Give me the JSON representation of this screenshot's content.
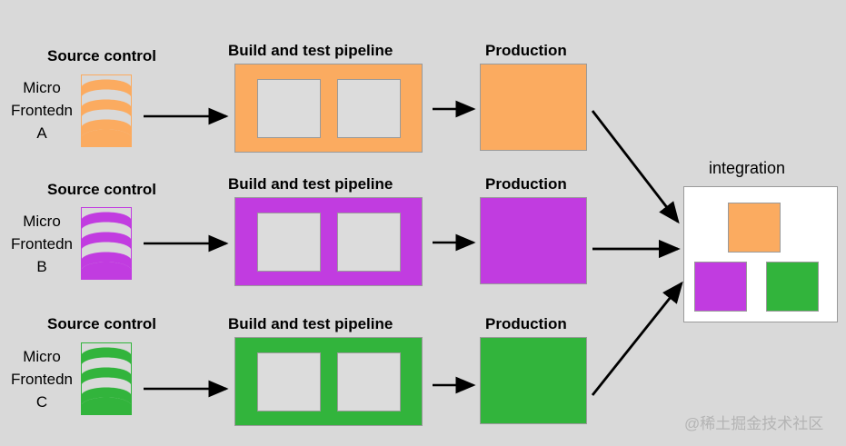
{
  "diagram": {
    "background_color": "#d9d9d9",
    "title_row_labels": {
      "source_control": "Source control",
      "pipeline": "Build and test pipeline",
      "production": "Production",
      "integration": "integration"
    },
    "rows": [
      {
        "id": "row-a",
        "micro_frontend_label_line1": "Micro",
        "micro_frontend_label_line2": "Frontedn",
        "micro_frontend_label_line3": "A",
        "source_control_label": "Source control",
        "pipeline_label": "Build and test pipeline",
        "production_label": "Production",
        "color": "#fbab60",
        "source_icon": "database-cylinder-icon"
      },
      {
        "id": "row-b",
        "micro_frontend_label_line1": "Micro",
        "micro_frontend_label_line2": "Frontedn",
        "micro_frontend_label_line3": "B",
        "source_control_label": "Source control",
        "pipeline_label": "Build and test pipeline",
        "production_label": "Production",
        "color": "#c13ce0",
        "source_icon": "database-cylinder-icon"
      },
      {
        "id": "row-c",
        "micro_frontend_label_line1": "Micro",
        "micro_frontend_label_line2": "Frontedn",
        "micro_frontend_label_line3": "C",
        "source_control_label": "Source control",
        "pipeline_label": "Build and test pipeline",
        "production_label": "Production",
        "color": "#32b43c",
        "source_icon": "database-cylinder-icon"
      }
    ],
    "integration": {
      "label": "integration",
      "background_color": "#ffffff",
      "tiles": [
        {
          "name": "integration-tile-a",
          "color": "#fbab60"
        },
        {
          "name": "integration-tile-b",
          "color": "#c13ce0"
        },
        {
          "name": "integration-tile-c",
          "color": "#32b43c"
        }
      ]
    },
    "slot_color": "#dcdcdc",
    "border_color": "#9a9a9a",
    "arrow_color": "#000000",
    "watermark": "@稀土掘金技术社区"
  }
}
